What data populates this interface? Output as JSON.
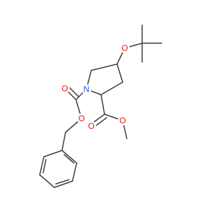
{
  "atoms": {
    "O_ether": {
      "label": "O",
      "color": "#ff0d0d"
    },
    "N_ring": {
      "label": "N",
      "color": "#3050f8"
    },
    "O_carbamate_carbonyl": {
      "label": "O",
      "color": "#ff0d0d"
    },
    "O_carbamate_ester": {
      "label": "O",
      "color": "#ff0d0d"
    },
    "O_ester_carbonyl": {
      "label": "O",
      "color": "#ff0d0d"
    },
    "O_ester_methoxy": {
      "label": "O",
      "color": "#ff0d0d"
    }
  },
  "bond_color": "#3c3c3c"
}
